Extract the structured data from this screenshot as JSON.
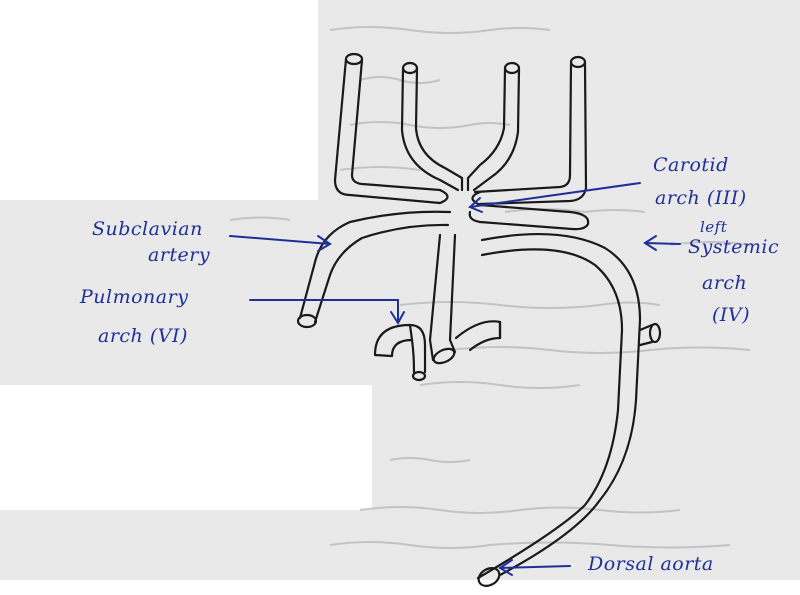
{
  "diagram": {
    "colors": {
      "paper": "#e9e9e9",
      "faint_ruled_text": "#b8b8bc",
      "ink_black": "#1a1a1a",
      "ink_blue": "#1f2f9a",
      "blank_area": "#ffffff"
    },
    "labels": {
      "carotid_line1": "Carotid",
      "carotid_line2": "arch (III)",
      "subclavian_line1": "Subclavian",
      "subclavian_line2": "artery",
      "left_note": "left",
      "systemic_line1": "Systemic",
      "systemic_line2": "arch",
      "systemic_line3": "(IV)",
      "pulmonary_line1": "Pulmonary",
      "pulmonary_line2": "arch (VI)",
      "dorsal_aorta": "Dorsal aorta"
    }
  }
}
